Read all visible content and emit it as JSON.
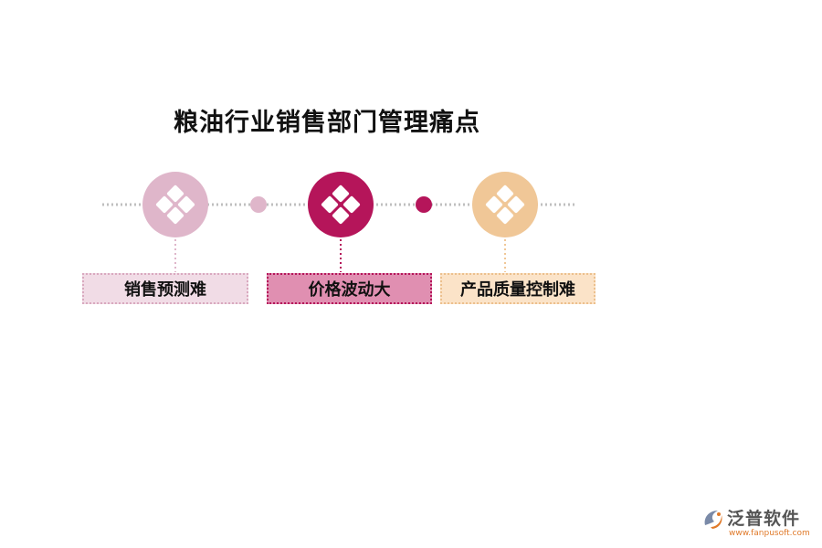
{
  "title": "粮油行业销售部门管理痛点",
  "items": [
    {
      "label": "销售预测难",
      "node_color": "#dfb6ca",
      "label_bg": "#f1dce6",
      "label_border": "#d9a9bf"
    },
    {
      "label": "价格波动大",
      "node_color": "#b5155a",
      "label_bg": "#e08fb1",
      "label_border": "#b5155a"
    },
    {
      "label": "产品质量控制难",
      "node_color": "#f0c797",
      "label_bg": "#fbe3c8",
      "label_border": "#ecc08d"
    }
  ],
  "connector_dots": [
    {
      "color": "#dfb6ca"
    },
    {
      "color": "#b5155a"
    }
  ],
  "node_icon": "four-diamond-icon",
  "line_color": "#bfbfbf",
  "logo": {
    "name": "泛普软件",
    "url": "www.fanpusoft.com",
    "icon": "fanpu-logo-icon"
  }
}
